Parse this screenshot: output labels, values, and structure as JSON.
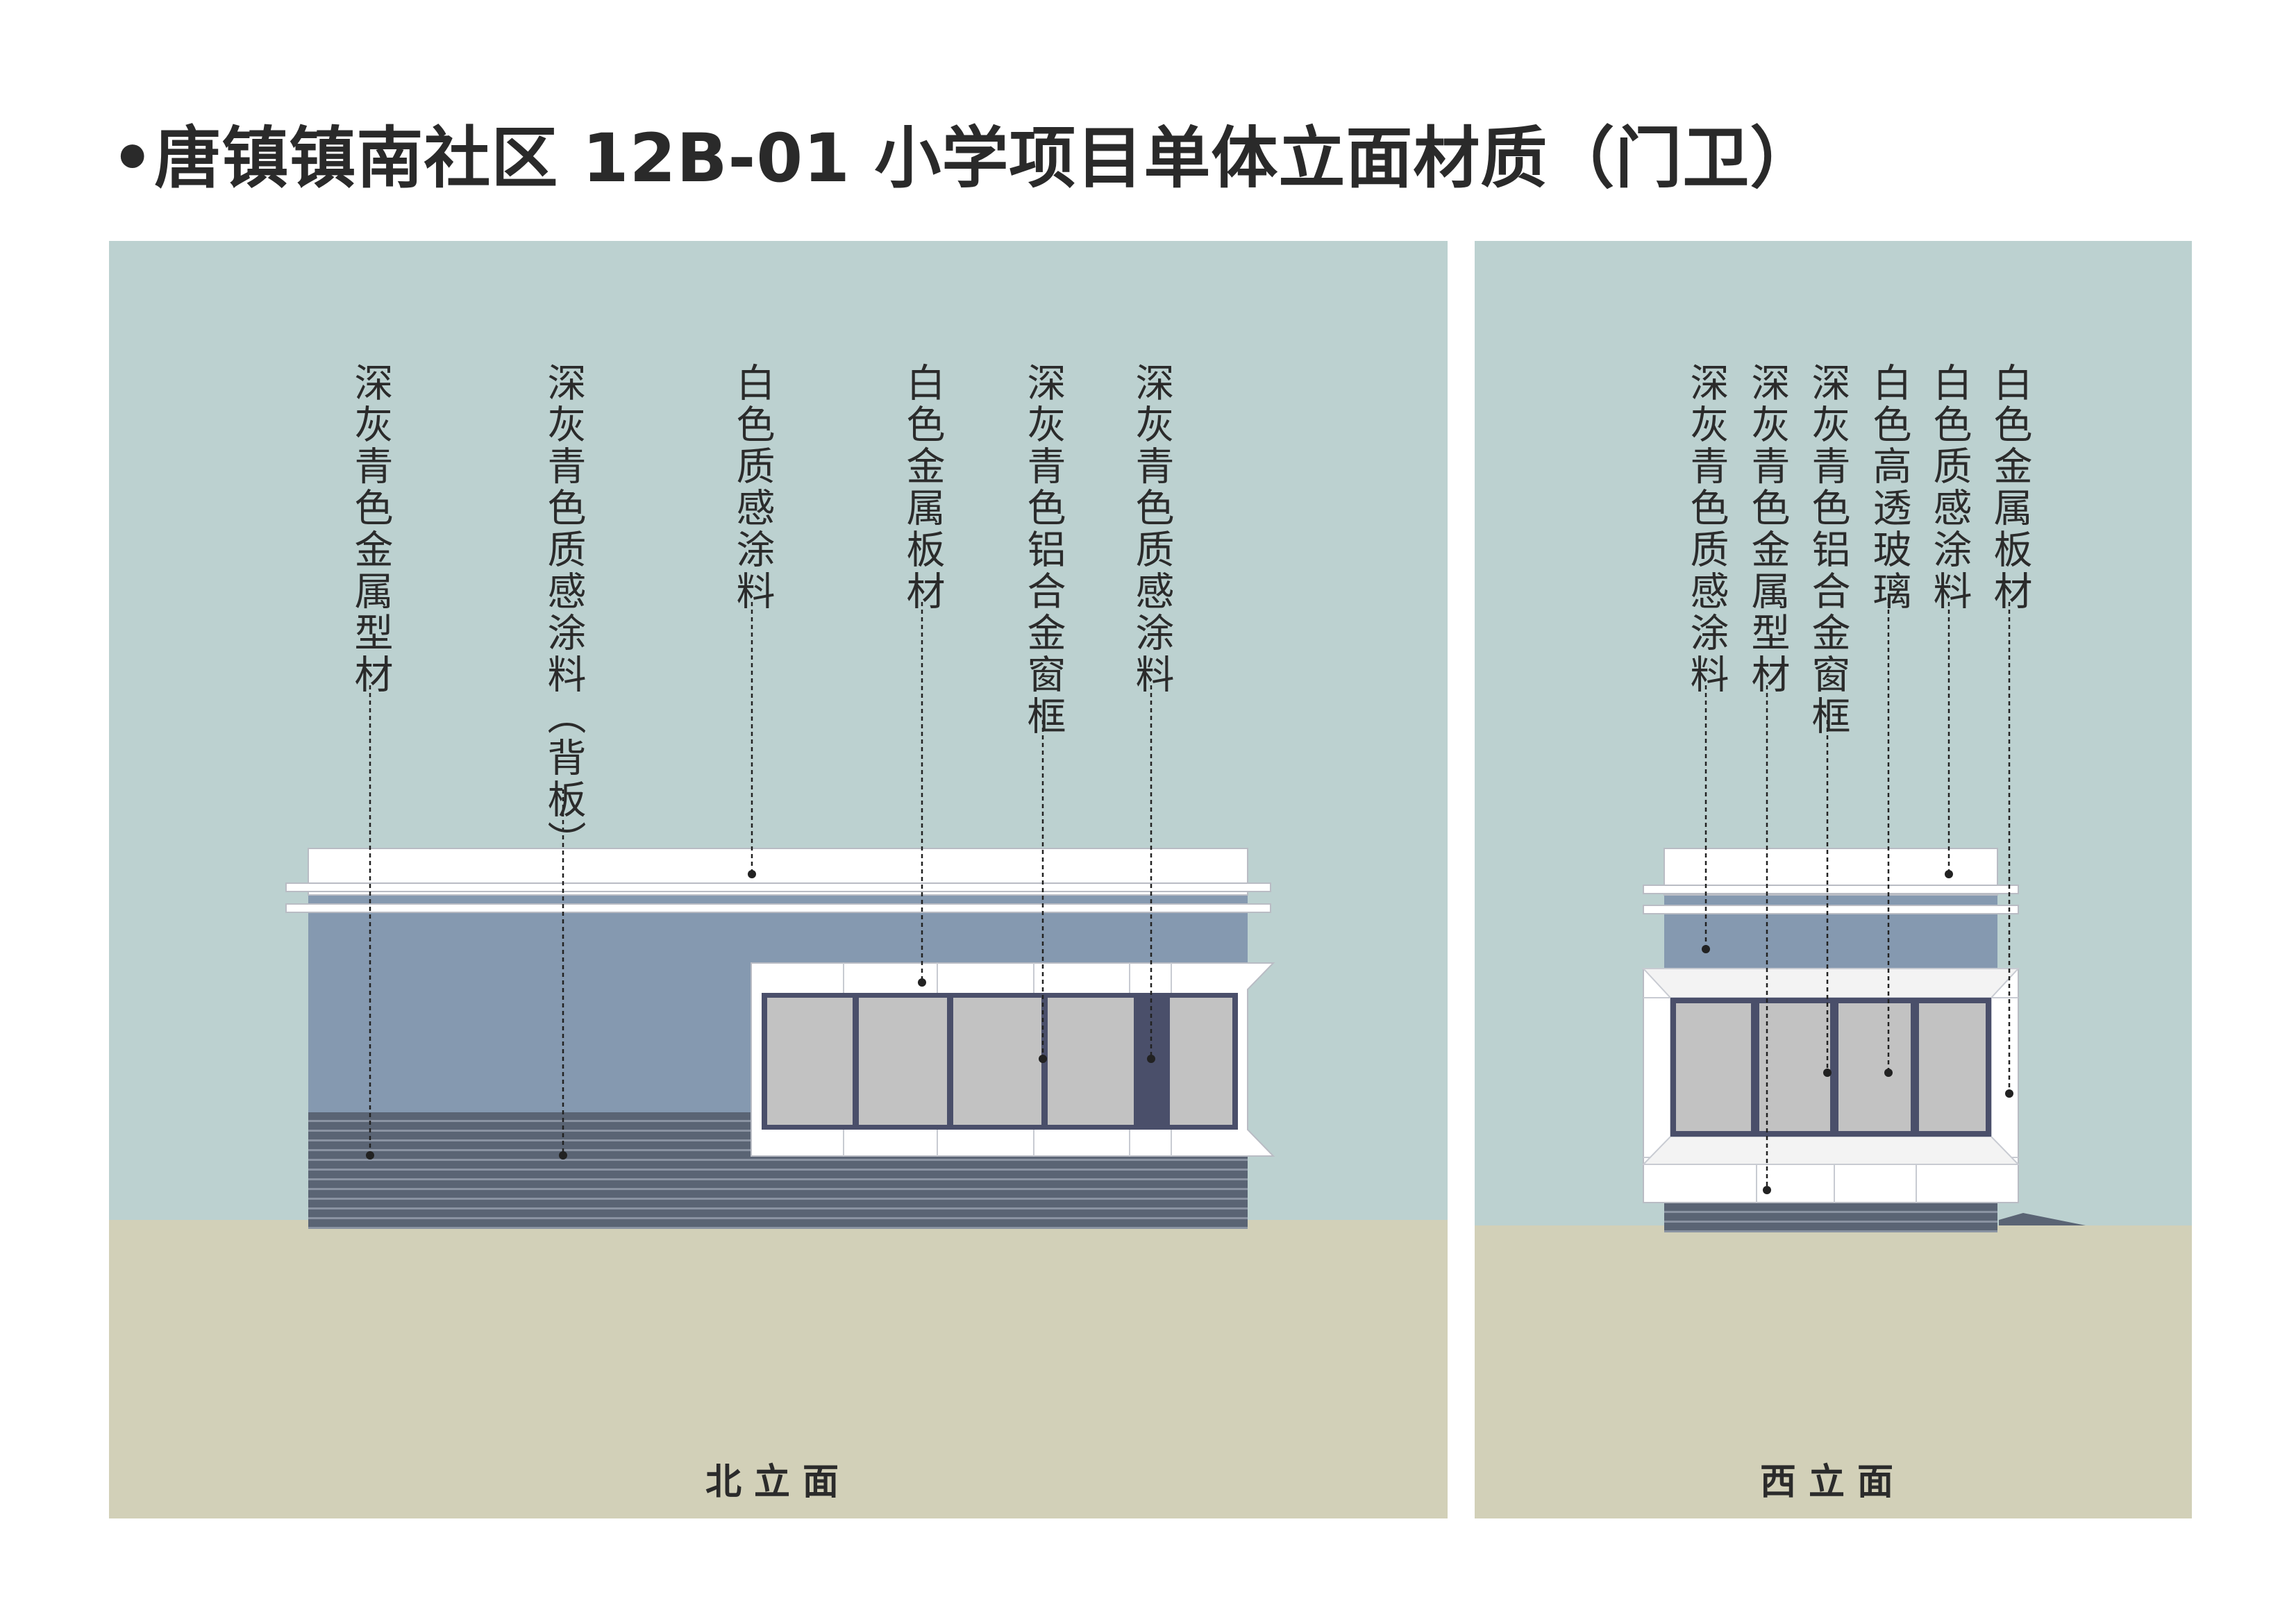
{
  "title": "•唐镇镇南社区 12B-01 小学项目单体立面材质（门卫）",
  "north": {
    "caption": "北立面",
    "labels": [
      "深灰青色金属型材",
      "深灰青色质感涂料（背板）",
      "白色质感涂料",
      "白色金属板材",
      "深灰青色铝合金窗框",
      "深灰青色质感涂料"
    ]
  },
  "west": {
    "caption": "西立面",
    "labels": [
      "深灰青色质感涂料",
      "深灰青色金属型材",
      "深灰青色铝合金窗框",
      "白色高透玻璃",
      "白色质感涂料",
      "白色金属板材"
    ]
  },
  "colors": {
    "sky": "#bcd1d0",
    "ground": "#d2d0b8",
    "wall": "#8599b0",
    "louver": "#5a6474",
    "white": "#ffffff",
    "glass": "#c2c2c2",
    "frame": "#4a4f6a"
  }
}
